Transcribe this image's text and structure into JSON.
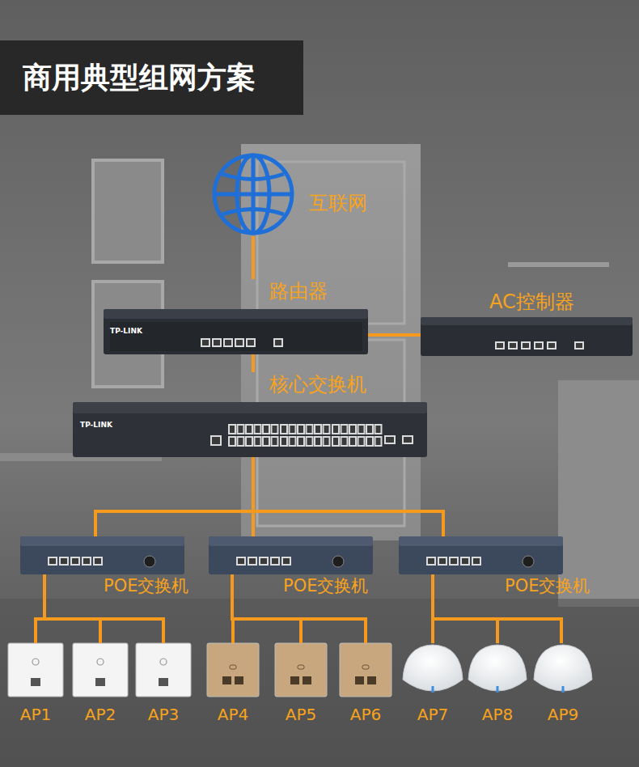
{
  "diagram": {
    "title": "商用典型组网方案",
    "nodes": [
      {
        "text": [
          "互联网"
        ]
      },
      {
        "text": [
          "路由器"
        ]
      },
      {
        "text": [
          "AC控制器"
        ]
      },
      {
        "text": [
          "核心交换机"
        ]
      },
      {
        "text": [
          "POE交换机"
        ]
      },
      {
        "text": [
          "POE交换机"
        ]
      },
      {
        "text": [
          "POE交换机"
        ]
      },
      {
        "text": [
          "AP1"
        ]
      },
      {
        "text": [
          "AP2"
        ]
      },
      {
        "text": [
          "AP3"
        ]
      },
      {
        "text": [
          "AP4"
        ]
      },
      {
        "text": [
          "AP5"
        ]
      },
      {
        "text": [
          "AP6"
        ]
      },
      {
        "text": [
          "AP7"
        ]
      },
      {
        "text": [
          "AP8"
        ]
      },
      {
        "text": [
          "AP9"
        ]
      }
    ],
    "edges": [
      {
        "from": 0,
        "to": 1,
        "arrow": "none"
      },
      {
        "from": 1,
        "to": 2,
        "arrow": "none"
      },
      {
        "from": 1,
        "to": 3,
        "arrow": "none"
      },
      {
        "from": 3,
        "to": 4,
        "arrow": "none"
      },
      {
        "from": 3,
        "to": 5,
        "arrow": "none"
      },
      {
        "from": 3,
        "to": 6,
        "arrow": "none"
      },
      {
        "from": 4,
        "to": 7,
        "arrow": "none"
      },
      {
        "from": 4,
        "to": 8,
        "arrow": "none"
      },
      {
        "from": 4,
        "to": 9,
        "arrow": "none"
      },
      {
        "from": 5,
        "to": 10,
        "arrow": "none"
      },
      {
        "from": 5,
        "to": 11,
        "arrow": "none"
      },
      {
        "from": 5,
        "to": 12,
        "arrow": "none"
      },
      {
        "from": 6,
        "to": 13,
        "arrow": "none"
      },
      {
        "from": 6,
        "to": 14,
        "arrow": "none"
      },
      {
        "from": 6,
        "to": 15,
        "arrow": "none"
      }
    ],
    "labels": [
      "TP-LINK",
      "TP-LINK"
    ]
  }
}
